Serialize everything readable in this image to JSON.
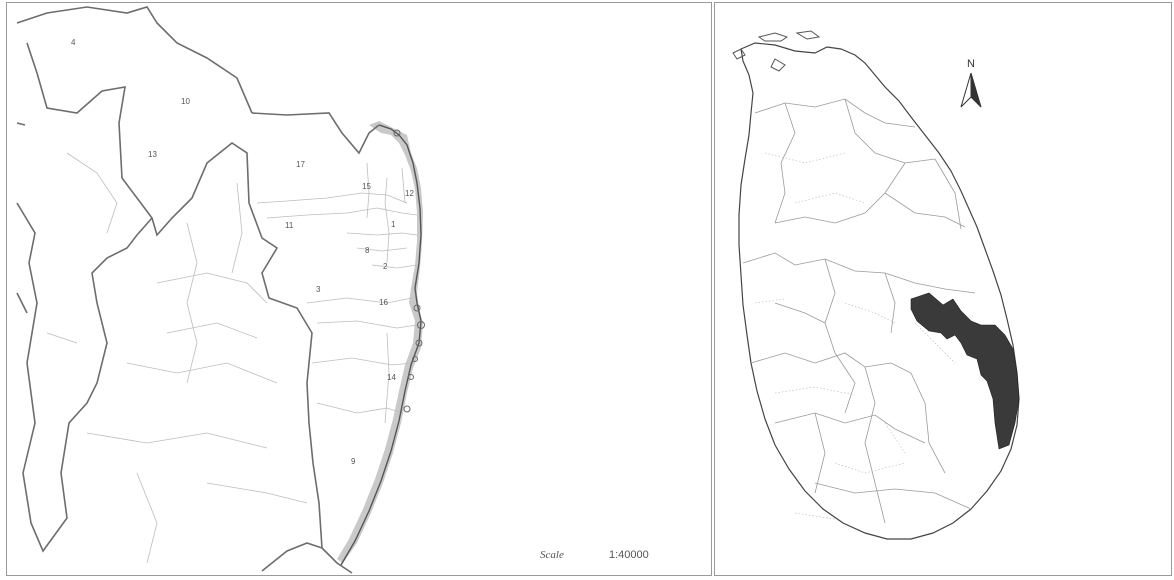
{
  "left_map": {
    "area_numbers": [
      {
        "id": "a4",
        "label": "4"
      },
      {
        "id": "a10",
        "label": "10"
      },
      {
        "id": "a13",
        "label": "13"
      },
      {
        "id": "a17",
        "label": "17"
      },
      {
        "id": "a15",
        "label": "15"
      },
      {
        "id": "a12",
        "label": "12"
      },
      {
        "id": "a11",
        "label": "11"
      },
      {
        "id": "a1",
        "label": "1"
      },
      {
        "id": "a8",
        "label": "8"
      },
      {
        "id": "a2",
        "label": "2"
      },
      {
        "id": "a3",
        "label": "3"
      },
      {
        "id": "a16",
        "label": "16"
      },
      {
        "id": "a14",
        "label": "14"
      },
      {
        "id": "a9",
        "label": "9"
      }
    ],
    "scale_label": "Scale",
    "scale_value": "1:40000"
  },
  "right_map": {
    "north_label": "N",
    "highlight_color": "#3a3a3a"
  }
}
